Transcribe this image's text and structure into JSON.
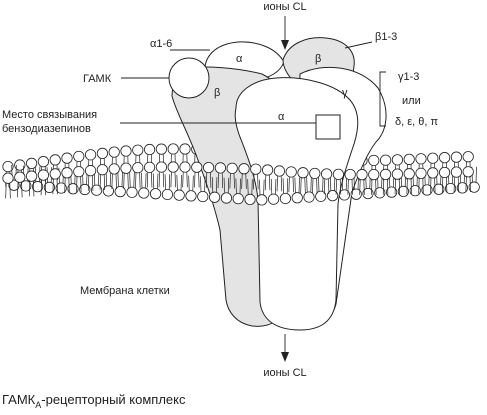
{
  "labels": {
    "ions_top": "ионы CL",
    "ions_bottom": "ионы CL",
    "alpha16": "α1-6",
    "beta13": "β1-3",
    "gaba": "ГАМК",
    "gamma": "γ1-3",
    "or": "или",
    "delta_list": "δ, ε, θ, π",
    "bz_line1": "Место связывания",
    "bz_line2": "бензодиазепинов",
    "membrane": "Мембрана клетки",
    "sub_alpha_top": "α",
    "sub_beta_top": "β",
    "sub_beta_left": "β",
    "sub_gamma": "γ",
    "sub_alpha_front": "α"
  },
  "caption": {
    "main": "ГАМК",
    "subscript": "А",
    "rest": "-рецепторный комплекс"
  },
  "colors": {
    "gray_subunit": "#e4e4e4",
    "outline": "#222222",
    "white": "#ffffff"
  }
}
